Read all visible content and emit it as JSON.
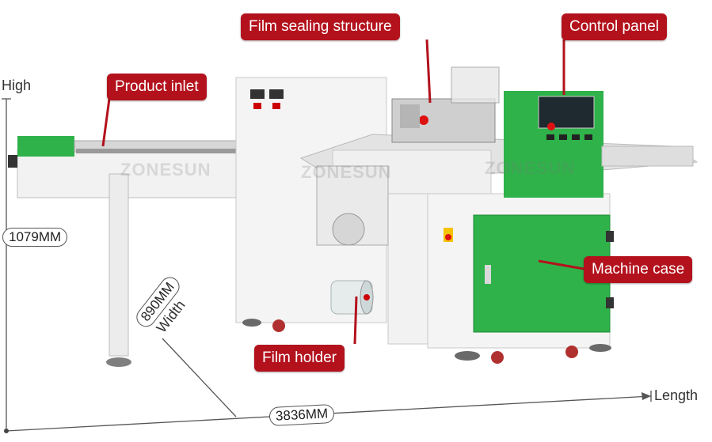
{
  "callouts": {
    "film_sealing": "Film sealing structure",
    "control_panel": "Control panel",
    "product_inlet": "Product inlet",
    "machine_case": "Machine case",
    "film_holder": "Film holder"
  },
  "dimensions": {
    "height_axis": "High",
    "height_value": "1079MM",
    "width_value": "890MM",
    "width_axis": "Width",
    "length_value": "3836MM",
    "length_axis": "Length"
  },
  "watermark": "ZONESUN",
  "colors": {
    "callout_red": "#b3121d",
    "machine_green": "#2fb24a",
    "body_white": "#f3f3f3"
  }
}
